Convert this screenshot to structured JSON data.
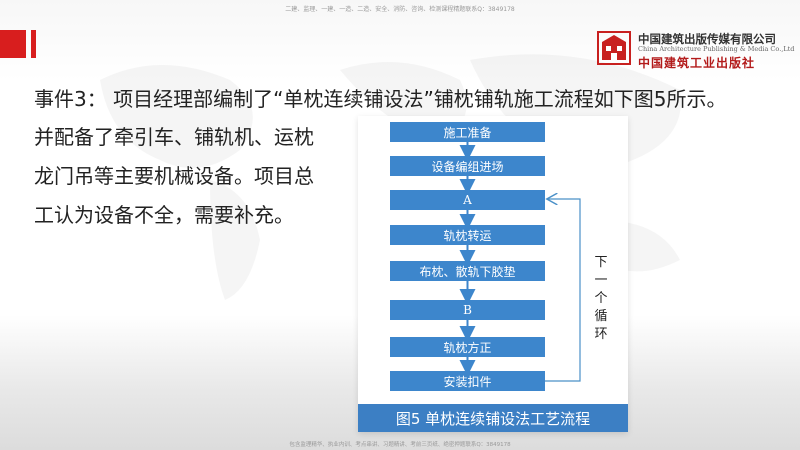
{
  "header": {
    "top_note": "二建、监理、一建、一造、二造、安全、消防、咨询、检测课程精题联系Q：3849178",
    "bottom_note": "包含监理精华、执业内训、考点串讲、习题精讲、考前三页纸、绝密押题联系Q：3849178"
  },
  "publisher": {
    "name_cn": "中国建筑出版传媒有限公司",
    "name_en": "China Architecture Publishing & Media Co.,Ltd",
    "brand_cn": "中国建筑工业出版社",
    "logo_icon": "building-logo-icon",
    "logo_color": "#c8201f"
  },
  "content": {
    "heading": "事件3： 项目经理部编制了“单枕连续铺设法”铺枕铺轨施工流程如下图5所示。",
    "lines": [
      "并配备了牵引车、铺轨机、运枕",
      "龙门吊等主要机械设备。项目总",
      "工认为设备不全，需要补充。"
    ]
  },
  "flowchart": {
    "steps": [
      "施工准备",
      "设备编组进场",
      "A",
      "轨枕转运",
      "布枕、散轨下胶垫",
      "B",
      "轨枕方正",
      "安装扣件"
    ],
    "loop_label": "下一个循环",
    "caption": "图5 单枕连续铺设法工艺流程",
    "box_color": "#3d86cc",
    "arrow_color": "#3d86cc"
  },
  "colors": {
    "accent_red": "#d81e1e",
    "caption_bg": "#3c7fc4"
  }
}
